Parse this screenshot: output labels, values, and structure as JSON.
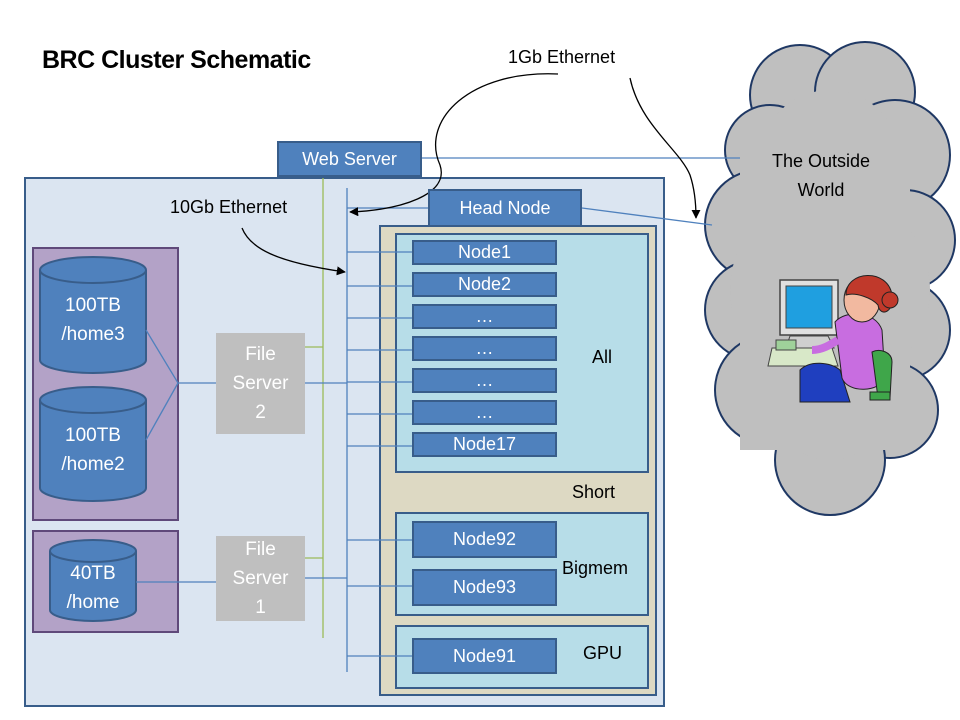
{
  "title": "BRC Cluster Schematic",
  "labels": {
    "ethernet_1gb": "1Gb Ethernet",
    "ethernet_10gb": "10Gb Ethernet",
    "outside_world": "The Outside\nWorld"
  },
  "servers": {
    "web": "Web Server",
    "head": "Head Node",
    "file2": "File\nServer\n2",
    "file1": "File\nServer\n1"
  },
  "storage": {
    "home3": "100TB\n/home3",
    "home2": "100TB\n/home2",
    "home": "40TB\n/home"
  },
  "partitions": {
    "all": "All",
    "short": "Short",
    "bigmem": "Bigmem",
    "gpu": "GPU"
  },
  "nodes": {
    "all": [
      "Node1",
      "Node2",
      "…",
      "…",
      "…",
      "…",
      "Node17"
    ],
    "bigmem": [
      "Node92",
      "Node93"
    ],
    "gpu": [
      "Node91"
    ]
  },
  "colors": {
    "node_fill": "#4f81bd",
    "cluster_bg": "#dbe5f1",
    "storage_bg": "#b3a2c7",
    "partition_bg": "#b7dde8",
    "short_bg": "#ddd9c3",
    "cloud": "#bfbfbf"
  }
}
